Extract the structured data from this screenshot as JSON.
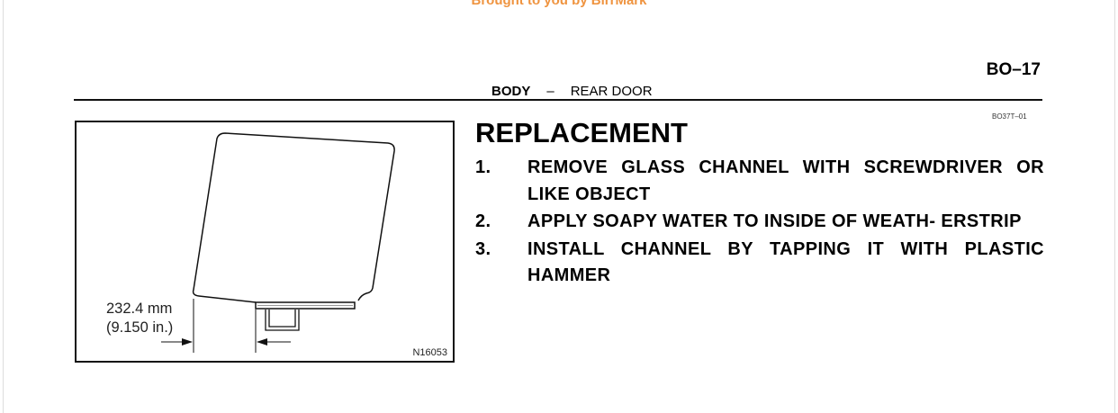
{
  "watermark": "Brought to you by BirrMark",
  "page_number": "BO–17",
  "header": {
    "section": "BODY",
    "separator": "–",
    "subsection": "REAR DOOR"
  },
  "doc_code": "BO37T–01",
  "figure": {
    "dim_mm": "232.4 mm",
    "dim_in": "(9.150 in.)",
    "figure_id": "N16053"
  },
  "title": "REPLACEMENT",
  "steps": [
    {
      "num": "1.",
      "text": "REMOVE GLASS CHANNEL WITH SCREWDRIVER OR LIKE OBJECT"
    },
    {
      "num": "2.",
      "text": "APPLY SOAPY WATER TO INSIDE OF WEATH- ERSTRIP"
    },
    {
      "num": "3.",
      "text": "INSTALL CHANNEL BY TAPPING IT WITH PLASTIC HAMMER"
    }
  ]
}
